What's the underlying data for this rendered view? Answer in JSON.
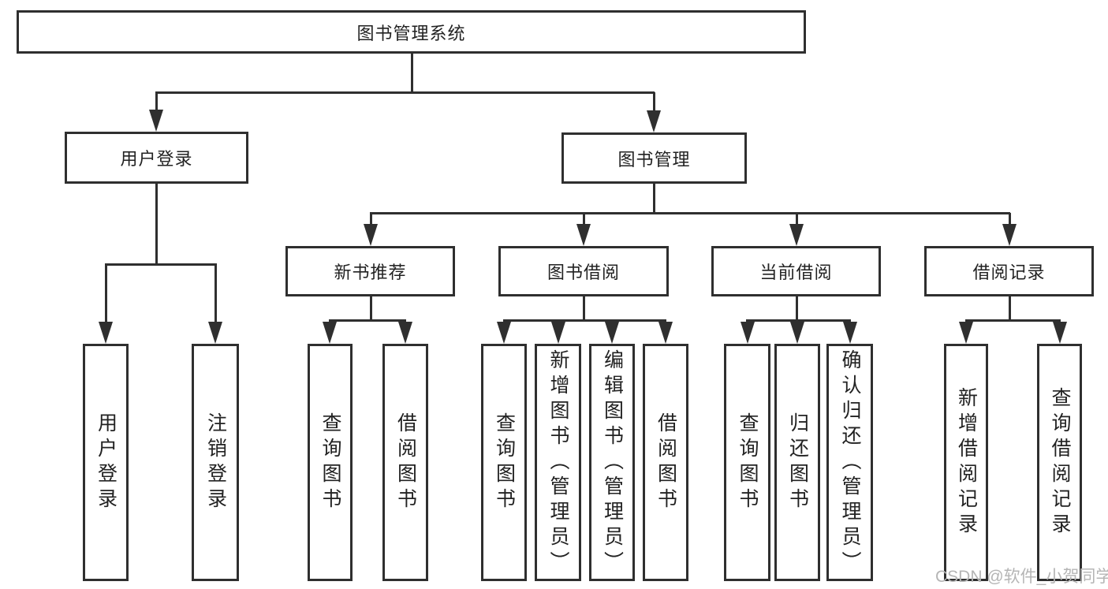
{
  "nodes": {
    "root": {
      "label": "图书管理系统"
    },
    "user_login": {
      "label": "用户登录"
    },
    "book_mgmt": {
      "label": "图书管理"
    },
    "new_book_rec": {
      "label": "新书推荐"
    },
    "book_borrow": {
      "label": "图书借阅"
    },
    "current_borrow": {
      "label": "当前借阅"
    },
    "borrow_records": {
      "label": "借阅记录"
    },
    "leaf_user_login": {
      "label": "用户登录"
    },
    "leaf_logout": {
      "label": "注销登录"
    },
    "leaf_query_book_1": {
      "label": "查询图书"
    },
    "leaf_borrow_book_1": {
      "label": "借阅图书"
    },
    "leaf_query_book_2": {
      "label": "查询图书"
    },
    "leaf_add_book": {
      "label": "新增图书（管理员）"
    },
    "leaf_edit_book": {
      "label": "编辑图书（管理员）"
    },
    "leaf_borrow_book_2": {
      "label": "借阅图书"
    },
    "leaf_query_book_3": {
      "label": "查询图书"
    },
    "leaf_return_book": {
      "label": "归还图书"
    },
    "leaf_confirm_return": {
      "label": "确认归还（管理员）"
    },
    "leaf_add_borrow_record": {
      "label": "新增借阅记录"
    },
    "leaf_query_borrow_record": {
      "label": "查询借阅记录"
    }
  },
  "hierarchy": {
    "图书管理系统": {
      "用户登录": [
        "用户登录",
        "注销登录"
      ],
      "图书管理": {
        "新书推荐": [
          "查询图书",
          "借阅图书"
        ],
        "图书借阅": [
          "查询图书",
          "新增图书（管理员）",
          "编辑图书（管理员）",
          "借阅图书"
        ],
        "当前借阅": [
          "查询图书",
          "归还图书",
          "确认归还（管理员）"
        ],
        "借阅记录": [
          "新增借阅记录",
          "查询借阅记录"
        ]
      }
    }
  },
  "watermark": {
    "text": "CSDN @软件_小贺同学"
  },
  "colors": {
    "line": "#2f2f2f",
    "text": "#222222",
    "watermark": "#b5b5b5",
    "background": "#ffffff"
  }
}
